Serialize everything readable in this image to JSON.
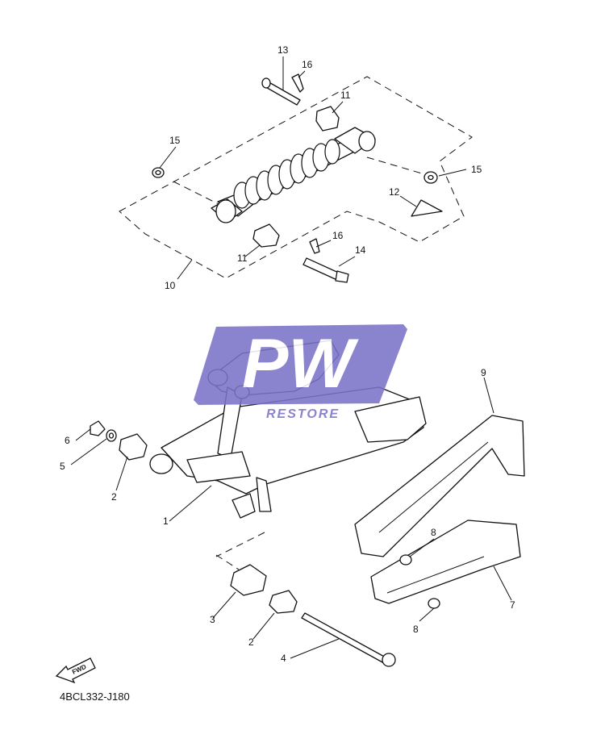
{
  "callouts": [
    "13",
    "16",
    "11",
    "15",
    "15",
    "12",
    "10",
    "11",
    "16",
    "14",
    "9",
    "6",
    "5",
    "2",
    "1",
    "8",
    "3",
    "7",
    "2",
    "8",
    "4"
  ],
  "watermark": {
    "big": "PW",
    "small": "RESTORE",
    "color": "#7b72c8"
  },
  "fwd_label": "FWD",
  "diagram_code": "4BCL332-J180"
}
